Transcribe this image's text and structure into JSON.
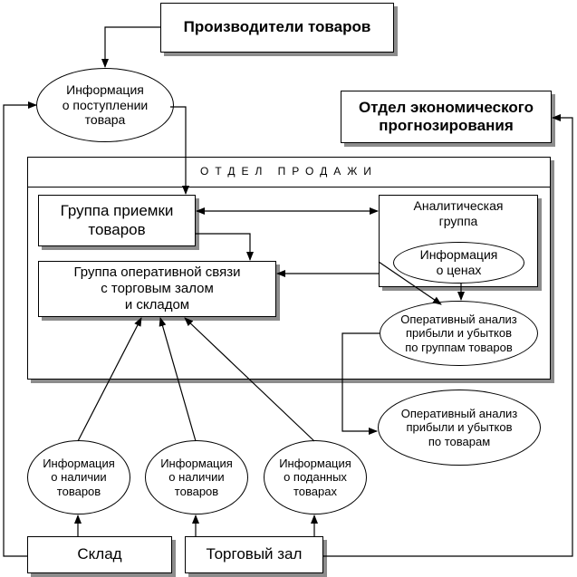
{
  "nodes": {
    "producers": "Производители товаров",
    "supply_info": "Информация\nо поступлении\nтовара",
    "forecast_dept": "Отдел экономического\nпрогнозирования",
    "sales_dept_title": "ОТДЕЛ ПРОДАЖИ",
    "receiving_group": "Группа приемки\nтоваров",
    "analytic_group": "Аналитическая\nгруппа",
    "price_info": "Информация\nо ценах",
    "operative_group": "Группа оперативной связи\nс торговым залом\nи складом",
    "analysis_groups": "Оперативный анализ\nприбыли и убытков\nпо группам товаров",
    "analysis_goods": "Оперативный анализ\nприбыли и убытков\nпо товарам",
    "stock_info_1": "Информация\nо наличии\nтоваров",
    "stock_info_2": "Информация\nо наличии\nтоваров",
    "submitted_info": "Информация\nо поданных\nтоварах",
    "warehouse": "Склад",
    "sales_floor": "Торговый зал"
  }
}
